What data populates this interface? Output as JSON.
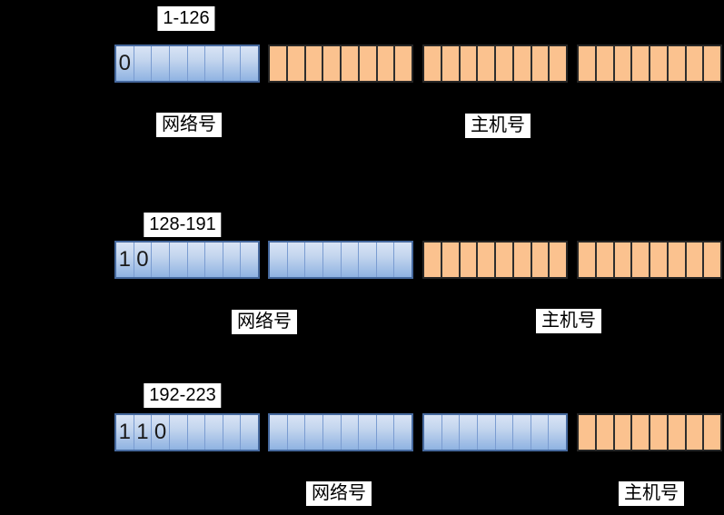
{
  "diagram": "ip-address-class-structure",
  "colors": {
    "background": "#000000",
    "network_fill_top": "#d9e4f5",
    "network_fill_bottom": "#8fb3e2",
    "network_border": "#46699e",
    "network_divider": "#7a9cd1",
    "host_fill": "#fbc28f",
    "host_border": "#262626",
    "label_bg": "#ffffff",
    "label_text": "#000000"
  },
  "rows": [
    {
      "id": "class-a",
      "range_label": "1-126",
      "leading_bits": [
        "0"
      ],
      "network_label": "网络号",
      "host_label": "主机号",
      "octets": [
        {
          "type": "network",
          "cells": 8
        },
        {
          "type": "host",
          "cells": 8
        },
        {
          "type": "host",
          "cells": 8
        },
        {
          "type": "host",
          "cells": 8
        }
      ]
    },
    {
      "id": "class-b",
      "range_label": "128-191",
      "leading_bits": [
        "1",
        "0"
      ],
      "network_label": "网络号",
      "host_label": "主机号",
      "octets": [
        {
          "type": "network",
          "cells": 8
        },
        {
          "type": "network",
          "cells": 8
        },
        {
          "type": "host",
          "cells": 8
        },
        {
          "type": "host",
          "cells": 8
        }
      ]
    },
    {
      "id": "class-c",
      "range_label": "192-223",
      "leading_bits": [
        "1",
        "1",
        "0"
      ],
      "network_label": "网络号",
      "host_label": "主机号",
      "octets": [
        {
          "type": "network",
          "cells": 8
        },
        {
          "type": "network",
          "cells": 8
        },
        {
          "type": "network",
          "cells": 8
        },
        {
          "type": "host",
          "cells": 8
        }
      ]
    }
  ]
}
